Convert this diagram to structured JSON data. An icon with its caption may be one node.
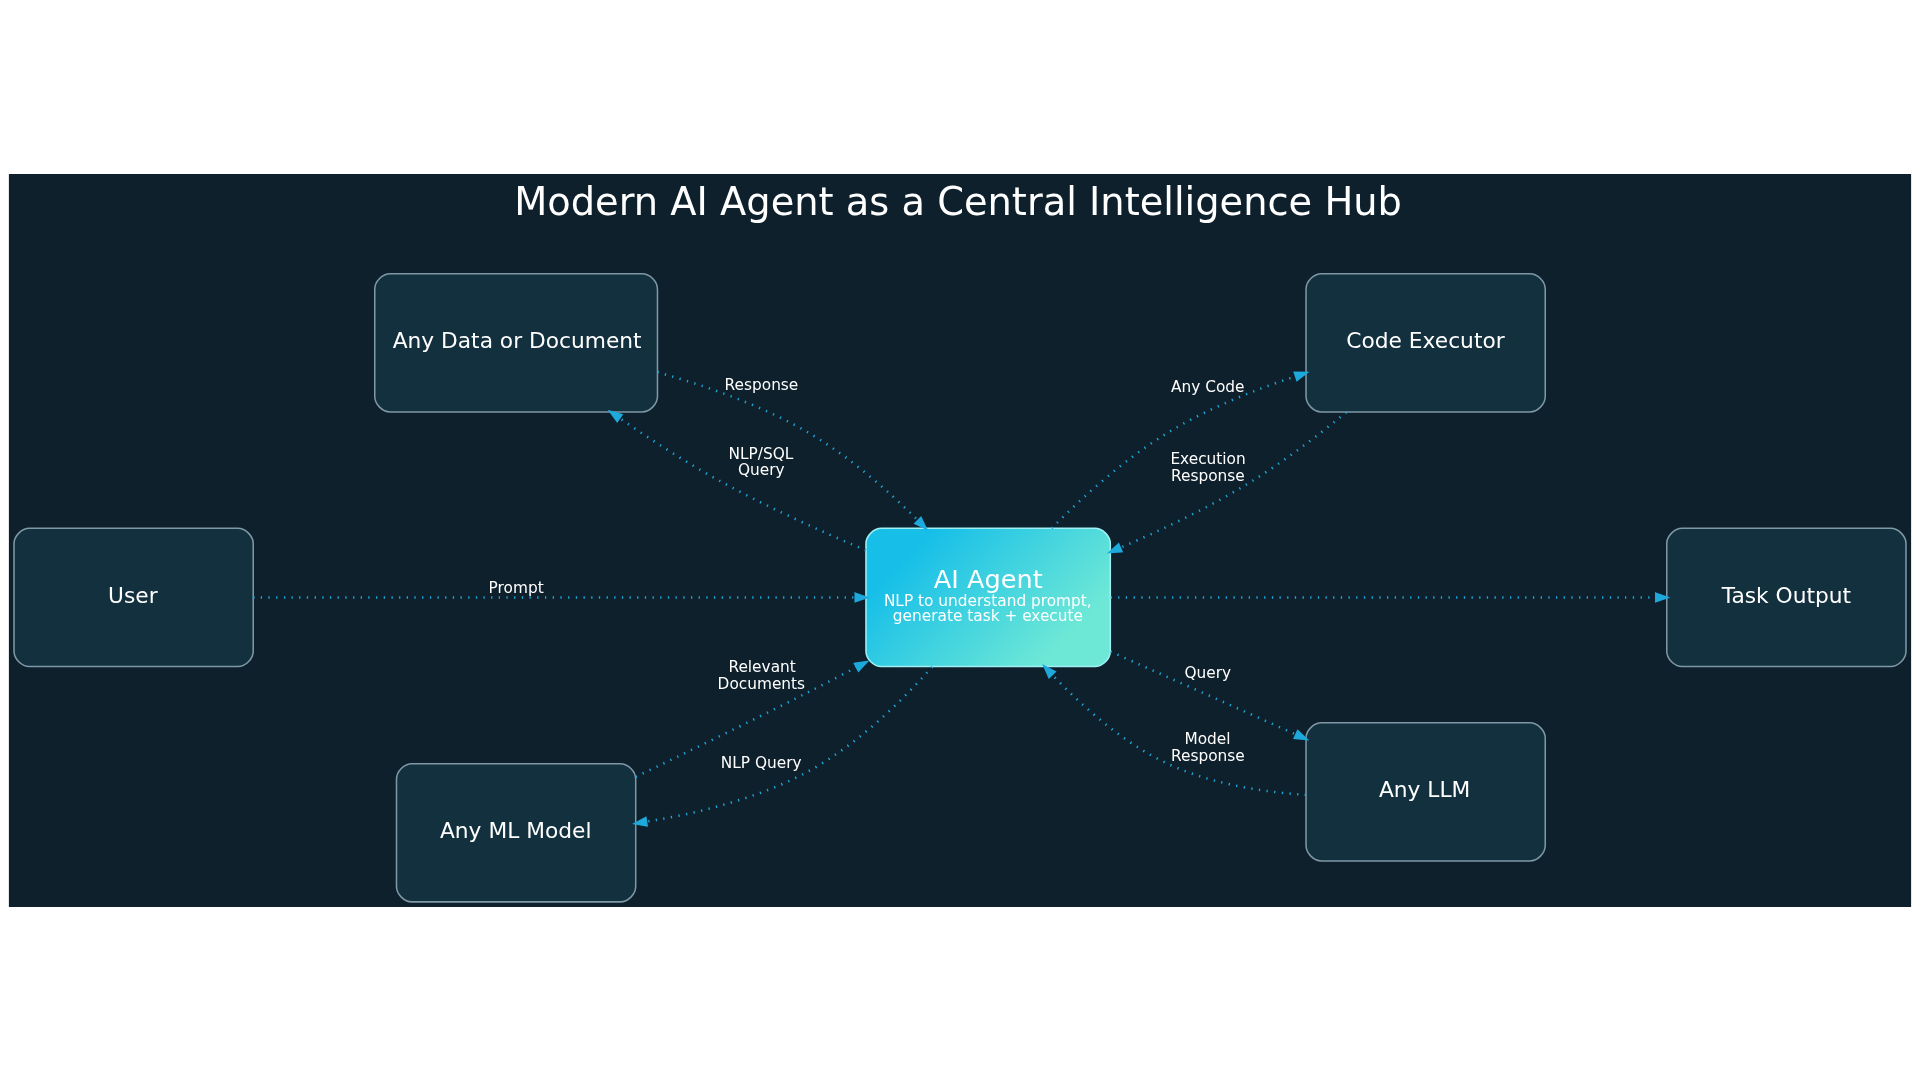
{
  "diagram": {
    "title": "Modern AI Agent as a Central Intelligence Hub",
    "nodes": [
      {
        "text": [
          "Any Data or Document"
        ]
      },
      {
        "text": [
          "Code Executor"
        ]
      },
      {
        "text": [
          "User"
        ]
      },
      {
        "text": [
          "AI Agent",
          "NLP to understand prompt, generate task + execute"
        ]
      },
      {
        "text": [
          "Task Output"
        ]
      },
      {
        "text": [
          "Any ML Model"
        ]
      },
      {
        "text": [
          "Any LLM"
        ]
      }
    ],
    "edges": [
      {
        "from": 3,
        "to": 0,
        "arrow": "to",
        "label": "NLP/SQL Query"
      },
      {
        "from": 0,
        "to": 3,
        "arrow": "to",
        "label": "Response"
      },
      {
        "from": 3,
        "to": 1,
        "arrow": "to",
        "label": "Any Code"
      },
      {
        "from": 1,
        "to": 3,
        "arrow": "to",
        "label": "Execution Response"
      },
      {
        "from": 2,
        "to": 3,
        "arrow": "to",
        "label": "Prompt"
      },
      {
        "from": 3,
        "to": 4,
        "arrow": "to"
      },
      {
        "from": 5,
        "to": 3,
        "arrow": "to",
        "label": "Relevant Documents"
      },
      {
        "from": 3,
        "to": 5,
        "arrow": "to",
        "label": "NLP Query"
      },
      {
        "from": 3,
        "to": 6,
        "arrow": "to",
        "label": "Query"
      },
      {
        "from": 6,
        "to": 3,
        "arrow": "to",
        "label": "Model Response"
      }
    ]
  }
}
